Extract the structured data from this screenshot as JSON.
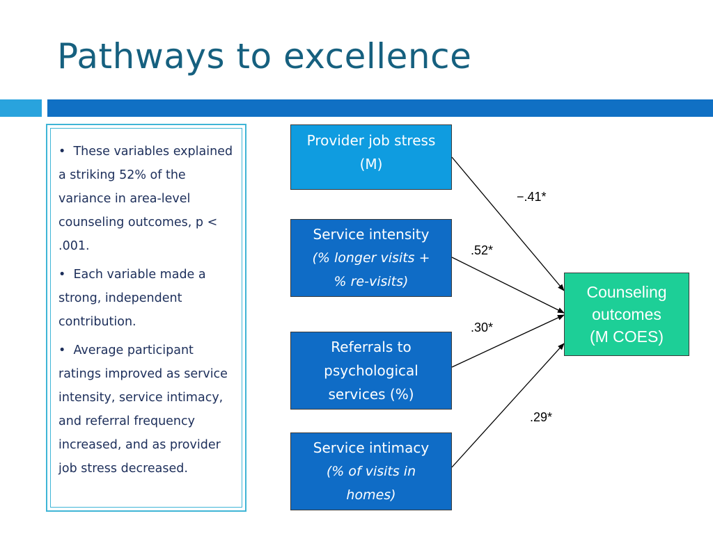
{
  "slide": {
    "title": "Pathways to excellence"
  },
  "bullets": [
    "These variables explained a striking 52% of the variance in area-level counseling outcomes, p < .001.",
    "Each variable made a strong, independent contribution.",
    "Average participant ratings improved as service intensity, service intimacy, and referral frequency increased, and as provider job stress decreased."
  ],
  "diagram": {
    "nodes": {
      "stress": {
        "line1": "Provider job stress",
        "line2": "(M)"
      },
      "intensity": {
        "line1": "Service intensity",
        "line2": "(% longer visits +",
        "line3": "% re-visits)"
      },
      "referrals": {
        "line1": "Referrals to",
        "line2": "psychological",
        "line3": "services (%)"
      },
      "intimacy": {
        "line1": "Service intimacy",
        "line2": "(% of visits in",
        "line3": "homes)"
      },
      "outcomes": {
        "line1": "Counseling",
        "line2": "outcomes",
        "line3": "(M COES)"
      }
    },
    "edges": [
      {
        "from": "stress",
        "to": "outcomes",
        "coef": "−.41*"
      },
      {
        "from": "intensity",
        "to": "outcomes",
        "coef": ".52*"
      },
      {
        "from": "referrals",
        "to": "outcomes",
        "coef": ".30*"
      },
      {
        "from": "intimacy",
        "to": "outcomes",
        "coef": ".29*"
      }
    ]
  },
  "colors": {
    "title": "#16607f",
    "stress_box": "#0f9ce0",
    "predictor_box": "#0f6cc6",
    "outcome_box": "#1dcf97",
    "bar_light": "#29a3dd",
    "bar_dark": "#1070c4"
  }
}
